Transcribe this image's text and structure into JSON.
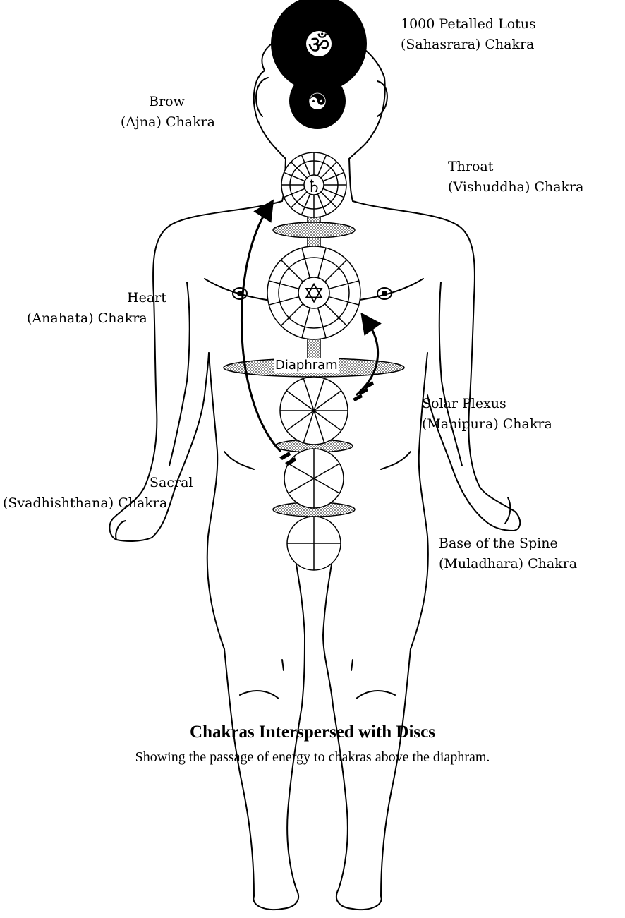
{
  "labels": {
    "crown": [
      "1000 Petalled Lotus",
      "(Sahasrara) Chakra"
    ],
    "brow": [
      "Brow",
      "(Ajna) Chakra"
    ],
    "throat": [
      "Throat",
      "(Vishuddha) Chakra"
    ],
    "heart": [
      "Heart",
      "(Anahata) Chakra"
    ],
    "diaphram": "Diaphram",
    "solar": [
      "Solar Plexus",
      "(Manipura) Chakra"
    ],
    "sacral": [
      "Sacral",
      "(Svadhishthana) Chakra"
    ],
    "base": [
      "Base of the Spine",
      "(Muladhara) Chakra"
    ]
  },
  "symbols": {
    "crown_glyph": "ॐ",
    "brow_glyph": "☯",
    "throat_glyph": "♄",
    "heart_glyph": "✡"
  },
  "caption": {
    "title": "Chakras Interspersed with Discs",
    "subtitle": "Showing the passage of energy to chakras above the diaphram."
  },
  "colors": {
    "ink": "#000000",
    "disc_fill": "#9a9a9a",
    "paper": "#ffffff"
  }
}
